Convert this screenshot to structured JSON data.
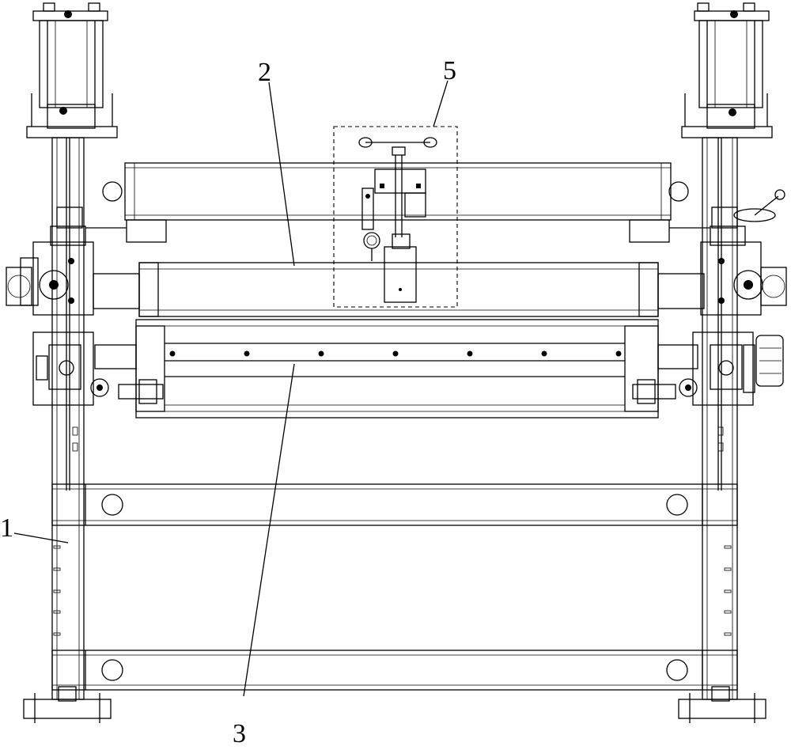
{
  "labels": {
    "frame": "1",
    "upper_roller": "2",
    "lower_roller": "3",
    "adjust_mechanism": "5"
  }
}
